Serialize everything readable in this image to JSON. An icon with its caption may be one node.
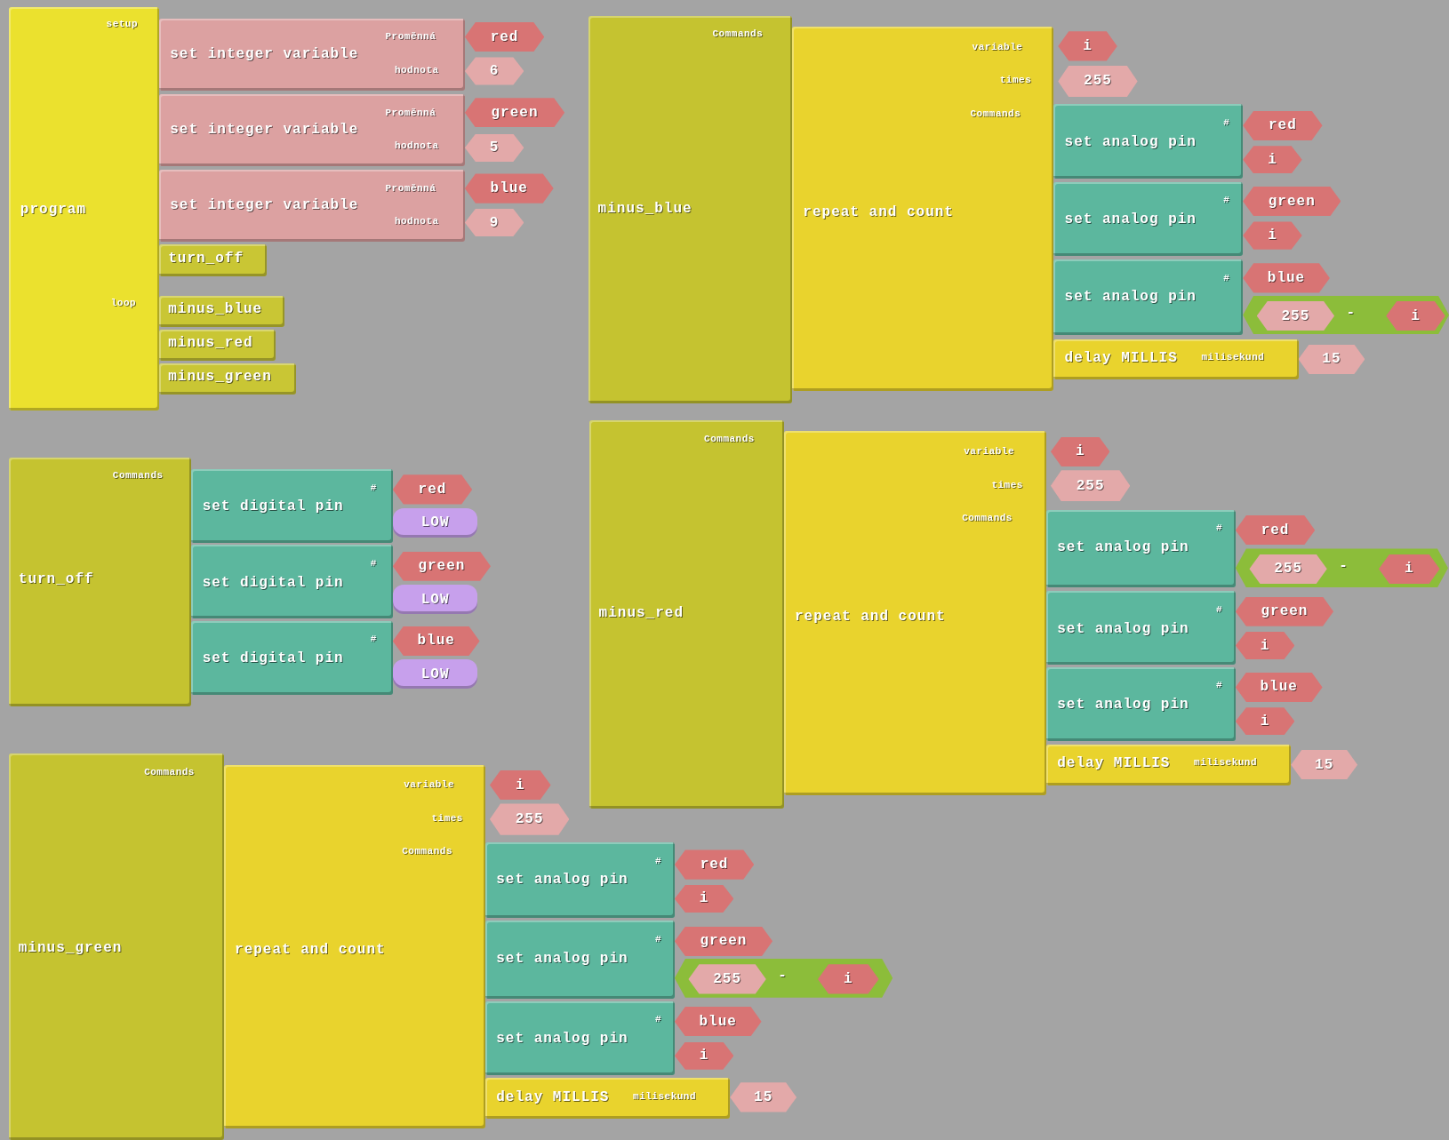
{
  "diagram": {
    "nodes": [
      {
        "text": [
          "setup",
          "program",
          "loop"
        ]
      },
      {
        "text": [
          "set integer variable",
          "Proměnná",
          "hodnota"
        ]
      },
      {
        "text": [
          "red"
        ]
      },
      {
        "text": [
          "6"
        ]
      },
      {
        "text": [
          "set integer variable",
          "Proměnná",
          "hodnota"
        ]
      },
      {
        "text": [
          "green"
        ]
      },
      {
        "text": [
          "5"
        ]
      },
      {
        "text": [
          "set integer variable",
          "Proměnná",
          "hodnota"
        ]
      },
      {
        "text": [
          "blue"
        ]
      },
      {
        "text": [
          "9"
        ]
      },
      {
        "text": [
          "turn_off"
        ]
      },
      {
        "text": [
          "minus_blue"
        ]
      },
      {
        "text": [
          "minus_red"
        ]
      },
      {
        "text": [
          "minus_green"
        ]
      },
      {
        "text": [
          "Commands",
          "minus_blue"
        ]
      },
      {
        "text": [
          "repeat and count",
          "variable",
          "times",
          "Commands"
        ]
      },
      {
        "text": [
          "i"
        ]
      },
      {
        "text": [
          "255"
        ]
      },
      {
        "text": [
          "set analog pin",
          "#"
        ]
      },
      {
        "text": [
          "red"
        ]
      },
      {
        "text": [
          "i"
        ]
      },
      {
        "text": [
          "set analog pin",
          "#"
        ]
      },
      {
        "text": [
          "green"
        ]
      },
      {
        "text": [
          "i"
        ]
      },
      {
        "text": [
          "set analog pin",
          "#"
        ]
      },
      {
        "text": [
          "blue"
        ]
      },
      {
        "text": [
          "-"
        ]
      },
      {
        "text": [
          "255"
        ],
        "in": 26
      },
      {
        "text": [
          "i"
        ],
        "in": 26
      },
      {
        "text": [
          "delay MILLIS",
          "milisekund"
        ]
      },
      {
        "text": [
          "15"
        ]
      },
      {
        "text": [
          "Commands",
          "turn_off"
        ]
      },
      {
        "text": [
          "set digital pin",
          "#"
        ]
      },
      {
        "text": [
          "red"
        ]
      },
      {
        "text": [
          "LOW"
        ]
      },
      {
        "text": [
          "set digital pin",
          "#"
        ]
      },
      {
        "text": [
          "green"
        ]
      },
      {
        "text": [
          "LOW"
        ]
      },
      {
        "text": [
          "set digital pin",
          "#"
        ]
      },
      {
        "text": [
          "blue"
        ]
      },
      {
        "text": [
          "LOW"
        ]
      },
      {
        "text": [
          "Commands",
          "minus_red"
        ]
      },
      {
        "text": [
          "repeat and count",
          "variable",
          "times",
          "Commands"
        ]
      },
      {
        "text": [
          "i"
        ]
      },
      {
        "text": [
          "255"
        ]
      },
      {
        "text": [
          "set analog pin",
          "#"
        ]
      },
      {
        "text": [
          "red"
        ]
      },
      {
        "text": [
          "-"
        ]
      },
      {
        "text": [
          "255"
        ],
        "in": 47
      },
      {
        "text": [
          "i"
        ],
        "in": 47
      },
      {
        "text": [
          "set analog pin",
          "#"
        ]
      },
      {
        "text": [
          "green"
        ]
      },
      {
        "text": [
          "i"
        ]
      },
      {
        "text": [
          "set analog pin",
          "#"
        ]
      },
      {
        "text": [
          "blue"
        ]
      },
      {
        "text": [
          "i"
        ]
      },
      {
        "text": [
          "delay MILLIS",
          "milisekund"
        ]
      },
      {
        "text": [
          "15"
        ]
      },
      {
        "text": [
          "Commands",
          "minus_green"
        ]
      },
      {
        "text": [
          "repeat and count",
          "variable",
          "times",
          "Commands"
        ]
      },
      {
        "text": [
          "i"
        ]
      },
      {
        "text": [
          "255"
        ]
      },
      {
        "text": [
          "set analog pin",
          "#"
        ]
      },
      {
        "text": [
          "red"
        ]
      },
      {
        "text": [
          "i"
        ]
      },
      {
        "text": [
          "set analog pin",
          "#"
        ]
      },
      {
        "text": [
          "green"
        ]
      },
      {
        "text": [
          "-"
        ]
      },
      {
        "text": [
          "255"
        ],
        "in": 67
      },
      {
        "text": [
          "i"
        ],
        "in": 67
      },
      {
        "text": [
          "set analog pin",
          "#"
        ]
      },
      {
        "text": [
          "blue"
        ]
      },
      {
        "text": [
          "i"
        ]
      },
      {
        "text": [
          "delay MILLIS",
          "milisekund"
        ]
      },
      {
        "text": [
          "15"
        ]
      }
    ]
  }
}
